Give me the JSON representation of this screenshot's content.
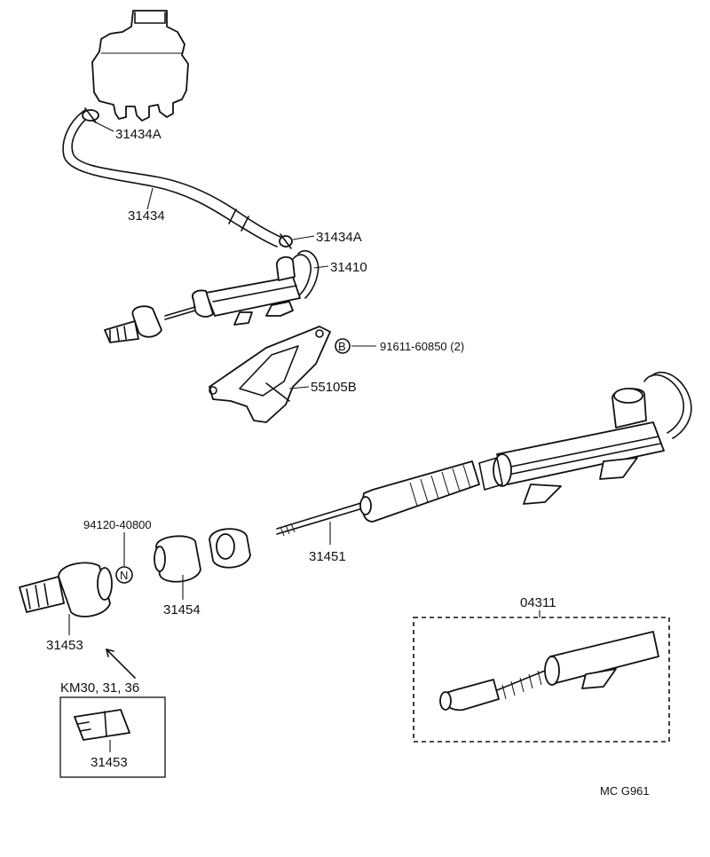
{
  "labels": {
    "p31434A_top": "31434A",
    "p31434": "31434",
    "p31434A_mid": "31434A",
    "p31410": "31410",
    "pBolt": "91611-60850 (2)",
    "bolt_mark": "B",
    "p55105B": "55105B",
    "p31451": "31451",
    "p94120": "94120-40800",
    "nut_mark": "N",
    "p31454": "31454",
    "p31453": "31453",
    "km_note": "KM30, 31, 36",
    "p31453_inset": "31453",
    "p04311": "04311",
    "footer_code": "MC  G961"
  }
}
